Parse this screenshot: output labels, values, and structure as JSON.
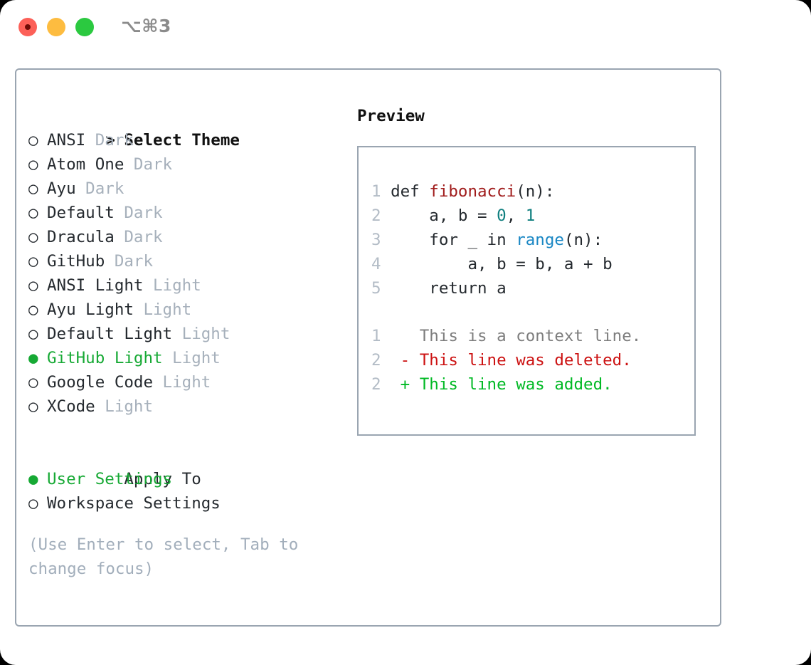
{
  "window": {
    "shortcut": "⌥⌘3",
    "traffic_lights": [
      "close-red",
      "minimize-yellow",
      "maximize-green"
    ]
  },
  "theme_picker": {
    "header": {
      "focus_marker": ">",
      "label": "Select Theme"
    },
    "unselected_marker": "○",
    "selected_marker": "●",
    "items": [
      {
        "name": "ANSI",
        "tag": "Dark",
        "selected": false
      },
      {
        "name": "Atom One",
        "tag": "Dark",
        "selected": false
      },
      {
        "name": "Ayu",
        "tag": "Dark",
        "selected": false
      },
      {
        "name": "Default",
        "tag": "Dark",
        "selected": false
      },
      {
        "name": "Dracula",
        "tag": "Dark",
        "selected": false
      },
      {
        "name": "GitHub",
        "tag": "Dark",
        "selected": false
      },
      {
        "name": "ANSI Light",
        "tag": "Light",
        "selected": false
      },
      {
        "name": "Ayu Light",
        "tag": "Light",
        "selected": false
      },
      {
        "name": "Default Light",
        "tag": "Light",
        "selected": false
      },
      {
        "name": "GitHub Light",
        "tag": "Light",
        "selected": true
      },
      {
        "name": "Google Code",
        "tag": "Light",
        "selected": false
      },
      {
        "name": "XCode",
        "tag": "Light",
        "selected": false
      }
    ]
  },
  "apply_to": {
    "header": "Apply To",
    "items": [
      {
        "name": "User Settings",
        "selected": true
      },
      {
        "name": "Workspace Settings",
        "selected": false
      }
    ]
  },
  "hint": "(Use Enter to select, Tab to change focus)",
  "preview": {
    "title": "Preview",
    "code_lines": [
      {
        "no": "1",
        "tokens": [
          {
            "t": "def ",
            "c": "plain"
          },
          {
            "t": "fibonacci",
            "c": "fn"
          },
          {
            "t": "(n):",
            "c": "plain"
          }
        ]
      },
      {
        "no": "2",
        "tokens": [
          {
            "t": "    a, b = ",
            "c": "plain"
          },
          {
            "t": "0",
            "c": "num"
          },
          {
            "t": ", ",
            "c": "plain"
          },
          {
            "t": "1",
            "c": "num"
          }
        ]
      },
      {
        "no": "3",
        "tokens": [
          {
            "t": "    for _ in ",
            "c": "plain"
          },
          {
            "t": "range",
            "c": "call"
          },
          {
            "t": "(n):",
            "c": "plain"
          }
        ]
      },
      {
        "no": "4",
        "tokens": [
          {
            "t": "        a, b = b, a + b",
            "c": "plain"
          }
        ]
      },
      {
        "no": "5",
        "tokens": [
          {
            "t": "    return a",
            "c": "plain"
          }
        ]
      }
    ],
    "diff_lines": [
      {
        "no": "1",
        "sign": " ",
        "text": " This is a context line.",
        "kind": "ctx"
      },
      {
        "no": "2",
        "sign": "-",
        "text": " This line was deleted.",
        "kind": "del"
      },
      {
        "no": "2",
        "sign": "+",
        "text": " This line was added.",
        "kind": "add"
      }
    ]
  },
  "colors": {
    "selected_green": "#16a934",
    "tag_gray": "#a6b0bb",
    "hint_gray": "#a2aebb",
    "border": "#9aa5b1",
    "token_function": "#a01b1b",
    "token_number": "#0f7f7f",
    "token_call": "#1a87c4",
    "diff_deleted": "#cc1111",
    "diff_added": "#00b924",
    "diff_context": "#7d7d7d"
  }
}
